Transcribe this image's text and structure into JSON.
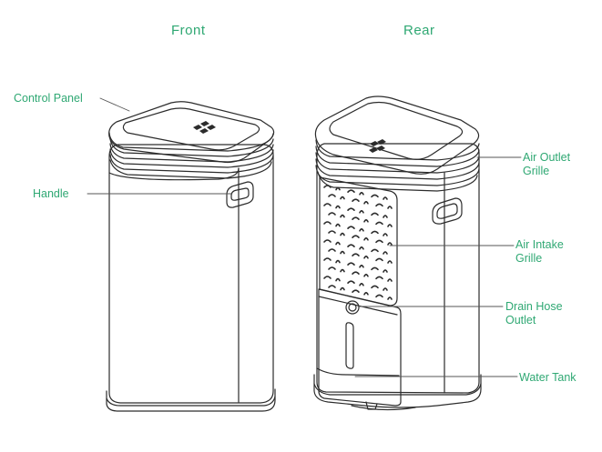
{
  "colors": {
    "label": "#2fa873",
    "line": "#2c2c2c",
    "leader": "#555555",
    "background": "#ffffff"
  },
  "views": {
    "front": {
      "title": "Front"
    },
    "rear": {
      "title": "Rear"
    }
  },
  "callouts": {
    "control_panel": "Control Panel",
    "handle": "Handle",
    "air_outlet_grille": [
      "Air Outlet",
      "Grille"
    ],
    "air_intake_grille": [
      "Air Intake",
      "Grille"
    ],
    "drain_hose_outlet": [
      "Drain Hose",
      "Outlet"
    ],
    "water_tank": "Water Tank"
  }
}
